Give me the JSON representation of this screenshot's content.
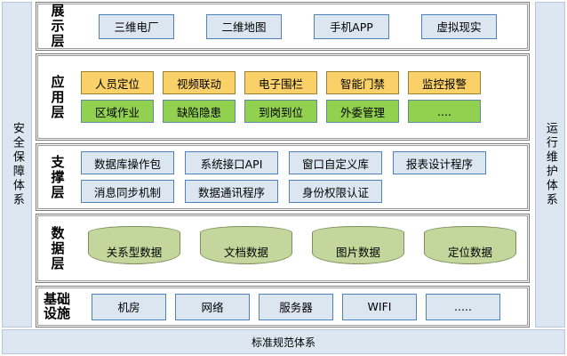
{
  "diagram": {
    "left_pillar": {
      "label": "安全保障体系"
    },
    "right_pillar": {
      "label": "运行维护体系"
    },
    "bottom_bar": {
      "label": "标准规范体系"
    },
    "colors": {
      "blue_fill": "#DCE6F1",
      "blue_border": "#4F81BD",
      "orange_fill": "#FAD168",
      "green_fill": "#92D050",
      "cylinder_fill": "#C3D69B",
      "layer_border": "#7A7A7A"
    },
    "layers": [
      {
        "id": "presentation",
        "title": "展示层",
        "rows": [
          {
            "style": "blue",
            "items": [
              {
                "label": "三维电厂"
              },
              {
                "label": "二维地图"
              },
              {
                "label": "手机APP"
              },
              {
                "label": "虚拟现实"
              }
            ]
          }
        ]
      },
      {
        "id": "application",
        "title": "应用层",
        "rows": [
          {
            "style": "orange",
            "items": [
              {
                "label": "人员定位"
              },
              {
                "label": "视频联动"
              },
              {
                "label": "电子围栏"
              },
              {
                "label": "智能门禁"
              },
              {
                "label": "监控报警"
              }
            ]
          },
          {
            "style": "green",
            "items": [
              {
                "label": "区域作业"
              },
              {
                "label": "缺陷隐患"
              },
              {
                "label": "到岗到位"
              },
              {
                "label": "外委管理"
              },
              {
                "label": "...."
              }
            ]
          }
        ]
      },
      {
        "id": "support",
        "title": "支撑层",
        "rows": [
          {
            "style": "blue",
            "items": [
              {
                "label": "数据库操作包"
              },
              {
                "label": "系统接口API"
              },
              {
                "label": "窗口自定义库"
              },
              {
                "label": "报表设计程序"
              }
            ]
          },
          {
            "style": "blue",
            "items": [
              {
                "label": "消息同步机制"
              },
              {
                "label": "数据通讯程序"
              },
              {
                "label": "身份权限认证"
              }
            ]
          }
        ]
      },
      {
        "id": "data",
        "title": "数据层",
        "rows": [
          {
            "style": "cylinder",
            "items": [
              {
                "label": "关系型数据"
              },
              {
                "label": "文档数据"
              },
              {
                "label": "图片数据"
              },
              {
                "label": "定位数据"
              }
            ]
          }
        ]
      },
      {
        "id": "infra",
        "title": "基础设施",
        "title_wrap": true,
        "rows": [
          {
            "style": "blue",
            "items": [
              {
                "label": "机房"
              },
              {
                "label": "网络"
              },
              {
                "label": "服务器"
              },
              {
                "label": "WIFI"
              },
              {
                "label": "....."
              }
            ]
          }
        ]
      }
    ]
  }
}
